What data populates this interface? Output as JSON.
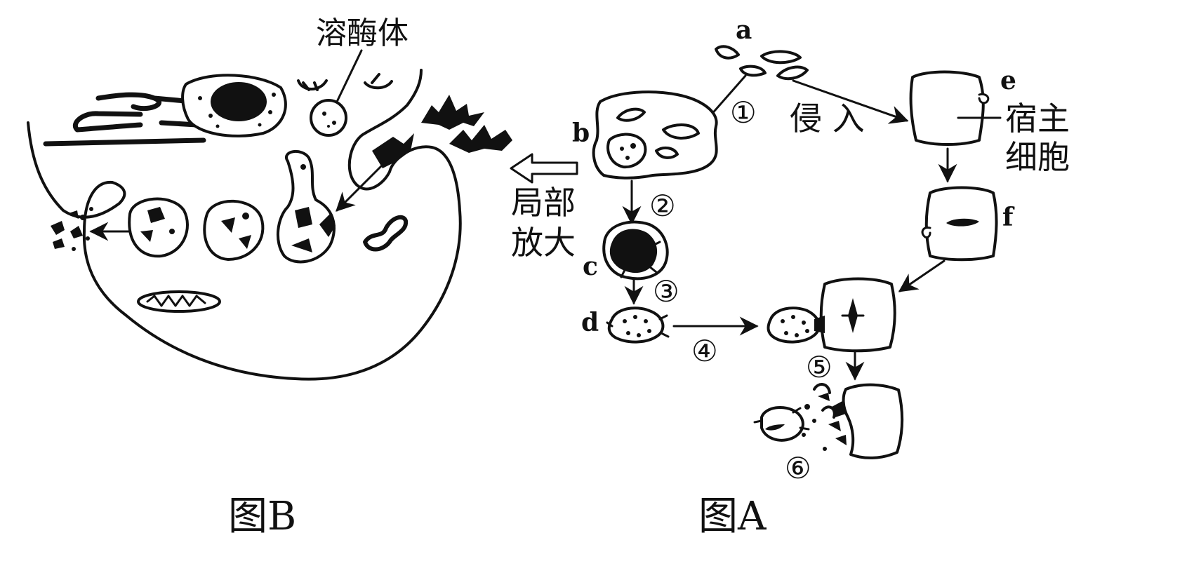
{
  "figure_b": {
    "caption": "图B",
    "lysosome_label": "溶酶体"
  },
  "figure_a": {
    "caption": "图A",
    "cell_labels": {
      "a": "a",
      "b": "b",
      "c": "c",
      "d": "d",
      "e": "e",
      "f": "f"
    },
    "step_numbers": [
      "①",
      "②",
      "③",
      "④",
      "⑤",
      "⑥"
    ],
    "invade_label": "侵 入",
    "host_cell_label_line1": "宿主",
    "host_cell_label_line2": "细胞",
    "zoom_label_line1": "局部",
    "zoom_label_line2": "放大"
  },
  "colors": {
    "ink": "#111111",
    "background": "#ffffff"
  }
}
